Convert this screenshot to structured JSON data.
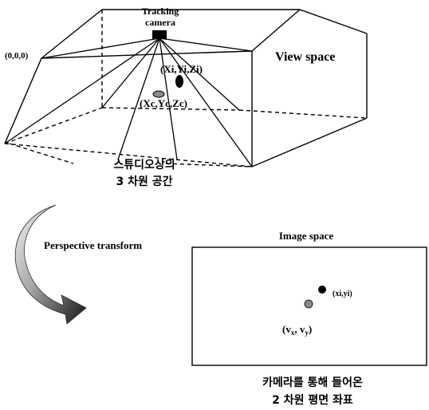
{
  "scene": {
    "tracking_camera_line1": "Tracking",
    "tracking_camera_line2": "camera",
    "origin_label": "(0,0,0)",
    "view_space_label": "View space",
    "object_point_label": "(Xi,Yi,Zi)",
    "center_point_label": "(Xc,Yc,Zc)",
    "studio_caption_line1": "스튜디오상의",
    "studio_caption_line2": "3 차원  공간"
  },
  "transform": {
    "label": "Perspective transform"
  },
  "image_plane": {
    "title": "Image space",
    "point_label": "(xi,yi)",
    "center_label_prefix": "(v",
    "center_label_sub1": "x",
    "center_label_mid": ", v",
    "center_label_sub2": "y",
    "center_label_suffix": ")",
    "caption_line1": "카메라를  통해  들어온",
    "caption_line2": "2 차원  평면  좌표"
  },
  "colors": {
    "line": "#000000",
    "center_point_fill": "#8a8a8a",
    "object_point_fill": "#000000",
    "arrow_light": "#e6e6e6",
    "arrow_dark": "#1e1e1e"
  }
}
